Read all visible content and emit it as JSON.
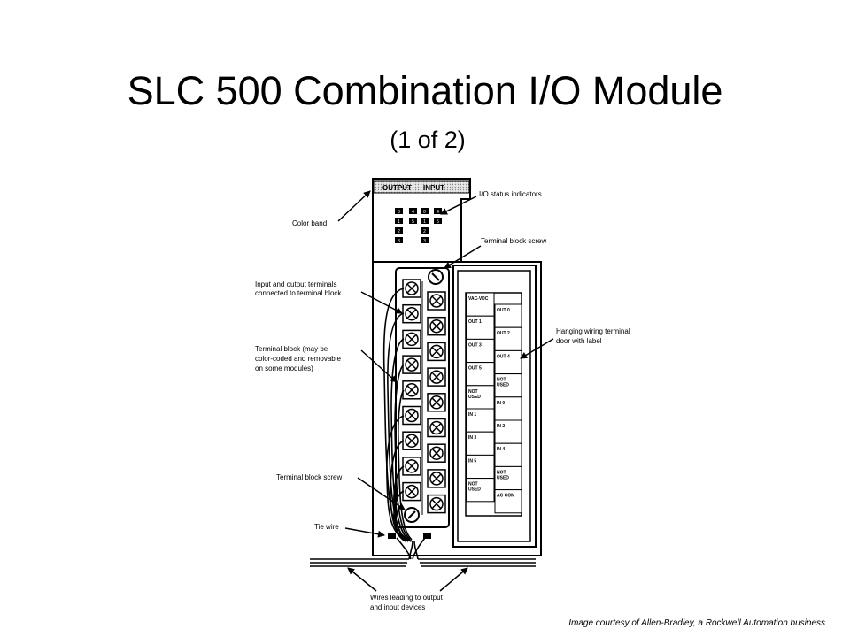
{
  "title": "SLC 500 Combination I/O Module",
  "subtitle": "(1 of 2)",
  "caption": "Image courtesy of Allen-Bradley, a Rockwell Automation business",
  "module": {
    "band_output": "OUTPUT",
    "band_input": "INPUT",
    "led_rows": [
      [
        "0",
        "4",
        "0",
        "4"
      ],
      [
        "1",
        "5",
        "1",
        "5"
      ],
      [
        "2",
        "",
        "2",
        ""
      ],
      [
        "3",
        "",
        "3",
        ""
      ]
    ]
  },
  "door_label": {
    "left": [
      "VAC-VDC",
      "OUT 1",
      "OUT 3",
      "OUT 5",
      "NOT USED",
      "IN 1",
      "IN 3",
      "IN 5",
      "NOT USED"
    ],
    "right": [
      "OUT 0",
      "OUT 2",
      "OUT 4",
      "NOT USED",
      "IN 0",
      "IN 2",
      "IN 4",
      "NOT USED",
      "AC COM"
    ]
  },
  "callouts": {
    "color_band": "Color band",
    "io_status": "I/O status indicators",
    "tb_screw_top": "Terminal block screw",
    "io_terminals": [
      "Input and output terminals",
      "connected to terminal block"
    ],
    "terminal_block": [
      "Terminal block (may be",
      "color-coded and removable",
      "on some modules)"
    ],
    "tb_screw_bottom": "Terminal block screw",
    "tie_wire": "Tie wire",
    "hanging_door": [
      "Hanging wiring terminal",
      "door with label"
    ],
    "wires": [
      "Wires leading to output",
      "and input devices"
    ]
  }
}
